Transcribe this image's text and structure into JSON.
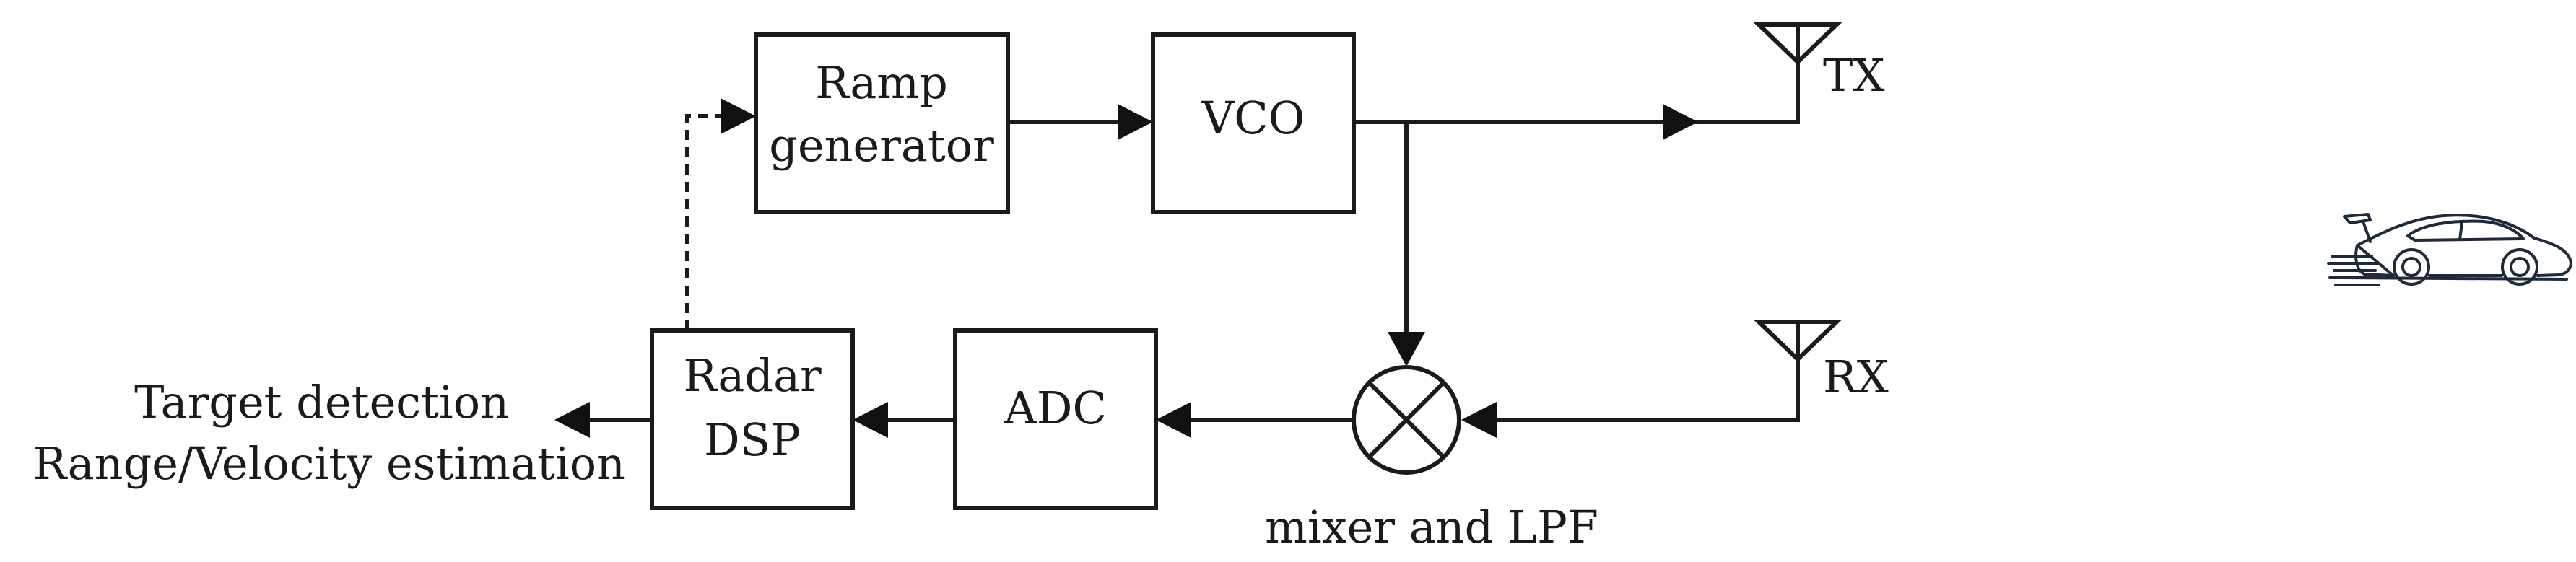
{
  "blocks": {
    "ramp": {
      "line1": "Ramp",
      "line2": "generator"
    },
    "vco": {
      "label": "VCO"
    },
    "adc": {
      "label": "ADC"
    },
    "dsp": {
      "line1": "Radar",
      "line2": "DSP"
    }
  },
  "antennas": {
    "tx": "TX",
    "rx": "RX"
  },
  "mixer_label": "mixer and LPF",
  "outputs": {
    "line1": "Target detection",
    "line2": "Range/Velocity estimation"
  },
  "icons": {
    "mixer": "circle-cross-mixer-icon",
    "antenna": "antenna-icon",
    "target": "car-sketch-icon"
  }
}
